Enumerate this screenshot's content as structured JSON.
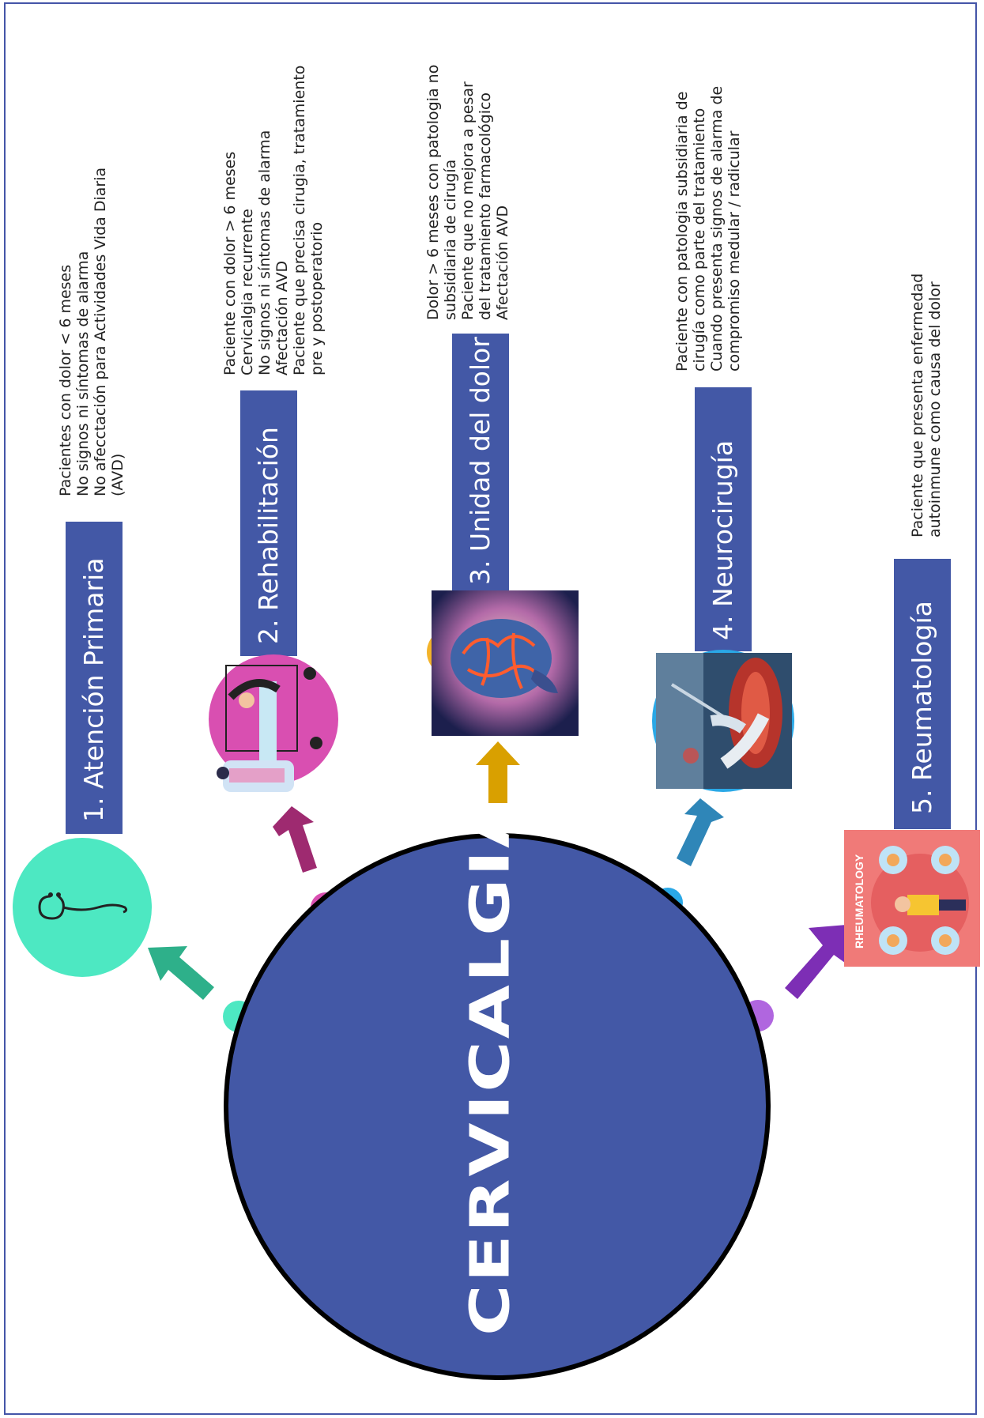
{
  "title": "CERVICALGIA",
  "colors": {
    "bar": "#4358a6",
    "circle": "#4358a6",
    "primary_care": "#4de8c2",
    "rehab": "#d94fb1",
    "pain_unit": "#e3a600",
    "neuro": "#2c8cbd",
    "rheuma": "#7d2eb5"
  },
  "branches": [
    {
      "label": "1.  Atención Primaria",
      "icon": "stethoscope-icon",
      "criteria": [
        "Pacientes con dolor < 6 meses",
        "No signos ni síntomas de alarma",
        "No afecctación para Actividades Vida Diaria (AVD)"
      ]
    },
    {
      "label": "2. Rehabilitación",
      "icon": "rehabilitation-illustration",
      "criteria": [
        "Paciente con dolor > 6 meses",
        "Cervicalgia recurrente",
        "No signos ni síntomas de alarma",
        "Afectación AVD",
        "Paciente que precisa cirugia, tratamiento pre y postoperatorio"
      ]
    },
    {
      "label": "3. Unidad del dolor",
      "icon": "brain-image",
      "criteria": [
        "Dolor > 6 meses con patologia no subsidiaria de cirugía",
        "Paciente que no mejora a pesar del tratamiento farmacológico Afectación AVD"
      ]
    },
    {
      "label": "4. Neurocirugía",
      "icon": "surgery-image",
      "criteria": [
        "Paciente con patologia subsidiaria de cirugía como parte del tratamiento",
        "Cuando presenta signos de alarma de compromiso medular / radicular"
      ]
    },
    {
      "label": "5. Reumatología",
      "icon": "rheumatology-image",
      "image_text": "RHEUMATOLOGY",
      "criteria": [
        "Paciente que presenta enfermedad autoinmune como causa del dolor"
      ]
    }
  ]
}
